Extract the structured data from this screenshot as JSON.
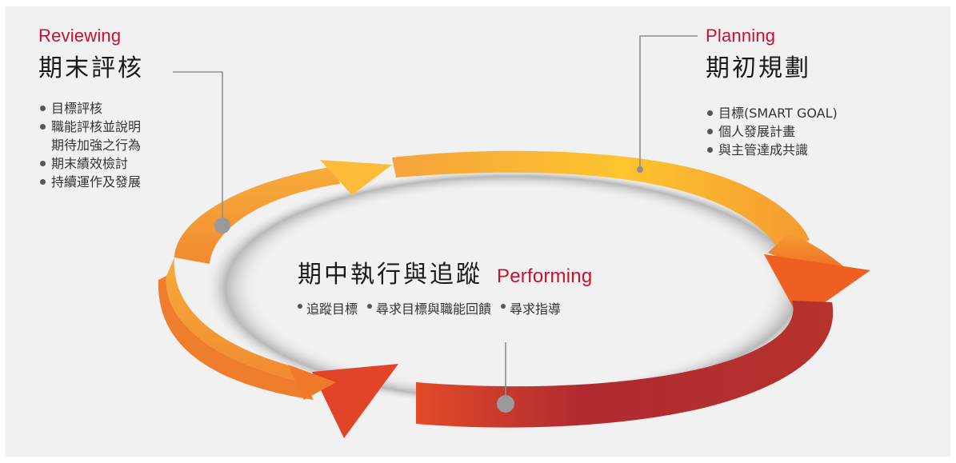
{
  "reviewing": {
    "en_title": "Reviewing",
    "zh_title": "期末評核",
    "bullets": [
      "目標評核",
      "職能評核並說明",
      "期待加強之行為",
      "期末績效檢討",
      "持續運作及發展"
    ]
  },
  "planning": {
    "en_title": "Planning",
    "zh_title": "期初規劃",
    "bullets": [
      "目標(SMART GOAL)",
      "個人發展計畫",
      "與主管達成共識"
    ]
  },
  "performing": {
    "zh_title": "期中執行與追蹤",
    "en_title": "Performing",
    "bullets": [
      "追蹤目標",
      "尋求目標與職能回饋",
      "尋求指導"
    ]
  },
  "colors": {
    "background": "#f1f1f1",
    "accent_red": "#c8102e",
    "arrow_top": "#fbc23a",
    "arrow_right": "#ef6a24",
    "arrow_bottom": "#a4262c",
    "connector": "#8f8f8f"
  }
}
